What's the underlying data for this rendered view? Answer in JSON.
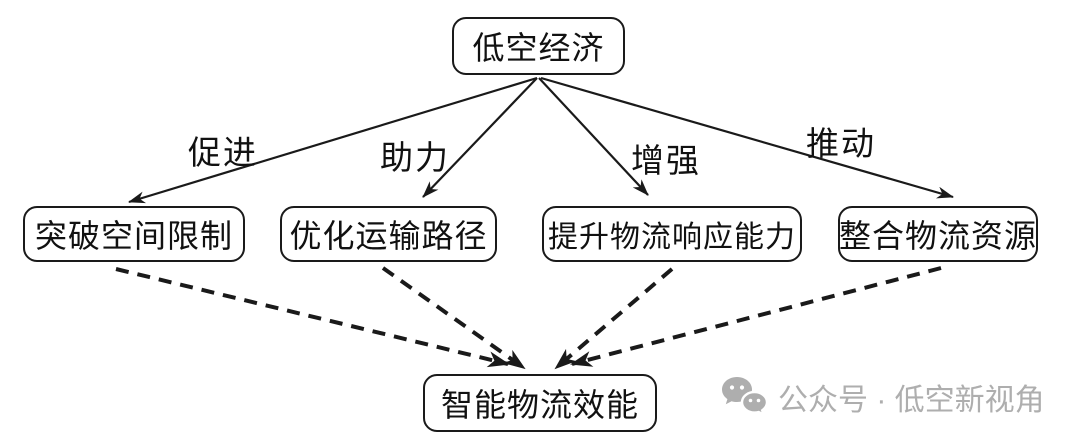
{
  "diagram": {
    "root": {
      "label": "低空经济"
    },
    "branches": [
      {
        "edge_label": "促进",
        "label": "突破空间限制"
      },
      {
        "edge_label": "助力",
        "label": "优化运输路径"
      },
      {
        "edge_label": "增强",
        "label": "提升物流响应能力"
      },
      {
        "edge_label": "推动",
        "label": "整合物流资源"
      }
    ],
    "sink": {
      "label": "智能物流效能"
    }
  },
  "watermark": {
    "icon": "wechat-icon",
    "text": "公众号 · 低空新视角",
    "color": "#aeaeae"
  },
  "colors": {
    "line": "#1a1a1a",
    "background": "#ffffff",
    "text": "#111111"
  }
}
